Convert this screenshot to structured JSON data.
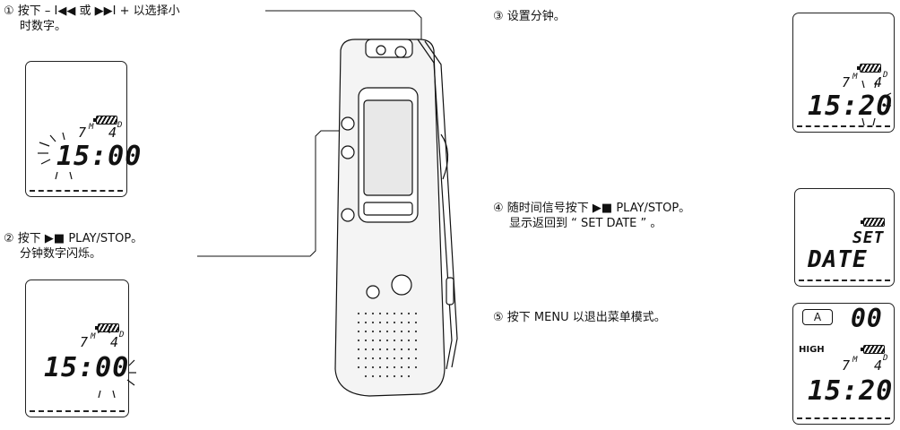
{
  "steps": {
    "s1": {
      "line1": "① 按下 – I◀◀ 或 ▶▶I + 以选择小",
      "line2": "时数字。"
    },
    "s2": {
      "line1": "② 按下 ▶■ PLAY/STOP。",
      "line2": "分钟数字闪烁。"
    },
    "s3": {
      "line1": "③ 设置分钟。"
    },
    "s4": {
      "line1": "④ 随时间信号按下 ▶■ PLAY/STOP。",
      "line2": "显示返回到 “ SET DATE ” 。"
    },
    "s5": {
      "line1": "⑤ 按下 MENU 以退出菜单模式。"
    }
  },
  "displays": {
    "d1": {
      "month": "7",
      "m": "M",
      "day": "4",
      "d": "D",
      "time": "15:00"
    },
    "d2": {
      "month": "7",
      "m": "M",
      "day": "4",
      "d": "D",
      "time": "15:00"
    },
    "d3": {
      "month": "7",
      "m": "M",
      "day": "4",
      "d": "D",
      "time": "15:20"
    },
    "d4": {
      "line1": "SET",
      "line2": "DATE"
    },
    "d5": {
      "folder": "A",
      "counter": "00",
      "mode": "HIGH",
      "month": "7",
      "m": "M",
      "day": "4",
      "d": "D",
      "time": "15:20"
    }
  }
}
